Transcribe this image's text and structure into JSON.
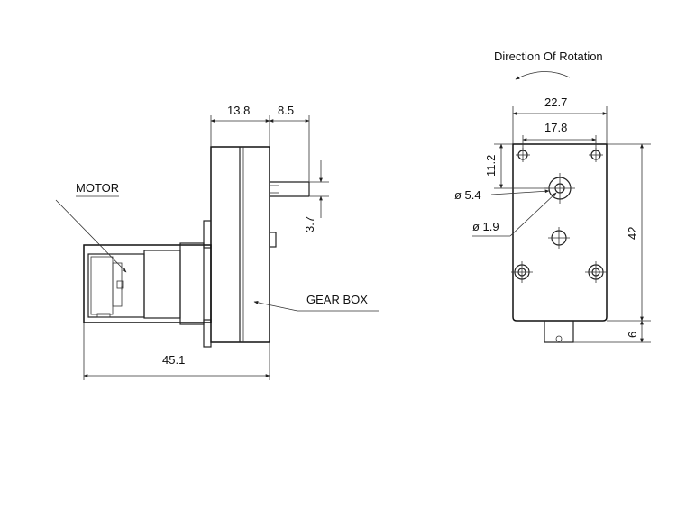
{
  "side_view": {
    "motor_label": "MOTOR",
    "gearbox_label": "GEAR BOX",
    "dim_total_length": "45.1",
    "dim_gearbox_width": "13.8",
    "dim_shaft_length": "8.5",
    "dim_shaft_diameter": "3.7"
  },
  "front_view": {
    "rotation_label": "Direction  Of  Rotation",
    "dim_outer_width": "22.7",
    "dim_hole_spacing": "17.8",
    "dim_hole_offset": "11.2",
    "dim_hub_diameter": "ø 5.4",
    "dim_shaft_bore": "ø 1.9",
    "dim_height": "42",
    "dim_tab_height": "6"
  }
}
